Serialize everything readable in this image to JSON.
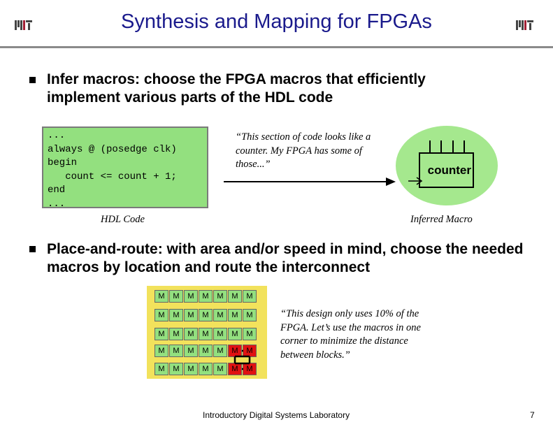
{
  "slide": {
    "title": "Synthesis and Mapping for FPGAs",
    "bullet1": "Infer macros: choose the FPGA macros that efficiently implement various parts of the HDL code",
    "code_lines": "...\nalways @ (posedge clk)\nbegin\n   count <= count + 1;\nend\n...",
    "quote1": "“This section of code looks like a counter. My FPGA has some of those...”",
    "hdl_caption": "HDL Code",
    "macro_caption": "Inferred Macro",
    "counter_label": "counter",
    "bullet2": "Place-and-route: with area and/or speed in mind, choose the needed macros by location and route the interconnect",
    "macro_letter": "M",
    "quote2": "“This design only uses 10% of the FPGA. Let’s use the macros in one corner to minimize the distance between blocks.”",
    "footer": "Introductory Digital Systems Laboratory",
    "page_number": "7"
  },
  "colors": {
    "title": "#1a1a8c",
    "green": "#93e07f",
    "grid_bg": "#f2e25c",
    "used_macro": "#e11212"
  },
  "icons": [
    "mit-logo",
    "square-bullet",
    "arrow-right",
    "clock-input-arrow"
  ]
}
